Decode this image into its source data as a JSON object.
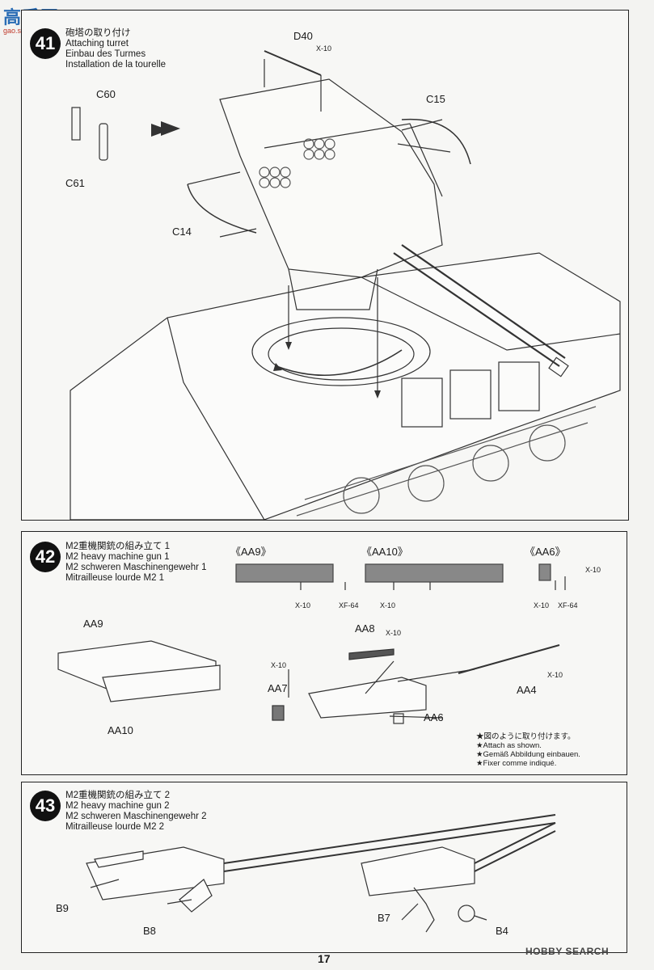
{
  "watermark": {
    "text": "高手网",
    "sub": "gao.shou.com"
  },
  "step41": {
    "num": "41",
    "title": [
      "砲塔の取り付け",
      "Attaching turret",
      "Einbau des Turmes",
      "Installation de la tourelle"
    ],
    "labels": {
      "d40": "D40",
      "x10": "X-10",
      "c60": "C60",
      "c61": "C61",
      "c15": "C15",
      "c14": "C14"
    }
  },
  "step42": {
    "num": "42",
    "title": [
      "M2重機関銃の組み立て 1",
      "M2 heavy machine gun 1",
      "M2 schweren Maschinengewehr 1",
      "Mitrailleuse lourde M2 1"
    ],
    "labels": {
      "aa9b": "《AA9》",
      "aa10b": "《AA10》",
      "aa6b": "《AA6》",
      "x10": "X-10",
      "xf64": "XF-64",
      "aa9": "AA9",
      "aa10": "AA10",
      "aa8": "AA8",
      "aa7": "AA7",
      "aa4": "AA4",
      "aa6": "AA6"
    },
    "note": [
      "★図のように取り付けます。",
      "★Attach as shown.",
      "★Gemäß Abbildung einbauen.",
      "★Fixer comme indiqué."
    ]
  },
  "step43": {
    "num": "43",
    "title": [
      "M2重機関銃の組み立て 2",
      "M2 heavy machine gun 2",
      "M2 schweren Maschinengewehr 2",
      "Mitrailleuse lourde M2 2"
    ],
    "labels": {
      "b9": "B9",
      "b8": "B8",
      "b7": "B7",
      "b4": "B4"
    }
  },
  "footer": {
    "page": "17",
    "brand": "HOBBY SEARCH"
  }
}
